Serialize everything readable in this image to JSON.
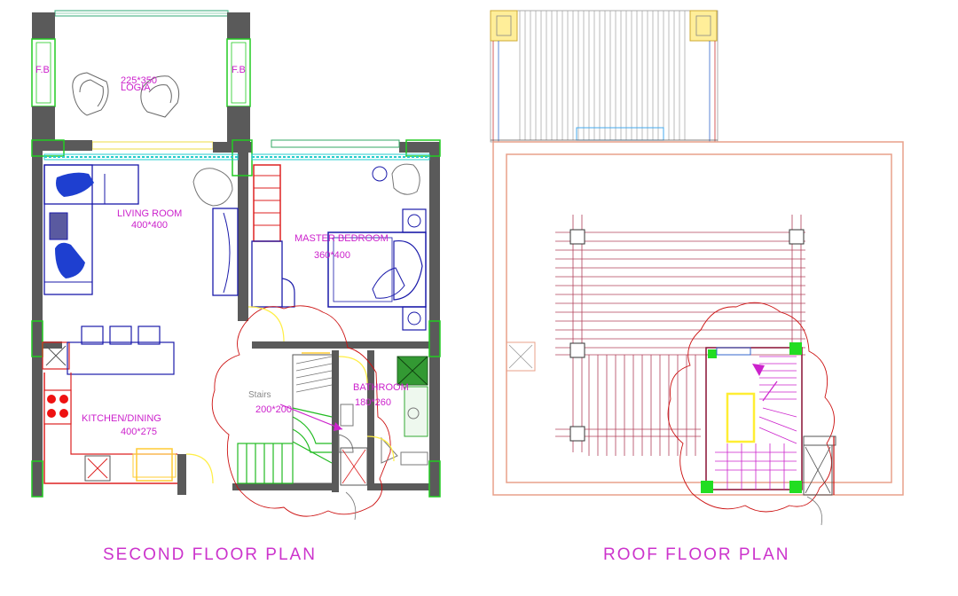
{
  "plans": {
    "second_floor": {
      "caption": "SECOND FLOOR PLAN",
      "rooms": {
        "loggia": {
          "name": "LOGIA",
          "size": "225*350"
        },
        "living": {
          "name": "LIVING ROOM",
          "size": "400*400"
        },
        "master": {
          "name": "MASTER BEDROOM",
          "size": "360*400"
        },
        "kitchen": {
          "name": "KITCHEN/DINING",
          "size": "400*275"
        },
        "stairs": {
          "name": "Stairs",
          "size": "200*200"
        },
        "bathroom": {
          "name": "BATHROOM",
          "size": "180*260"
        }
      },
      "fb_left": "F.B",
      "fb_right": "F.B"
    },
    "roof": {
      "caption": "ROOF FLOOR PLAN"
    }
  },
  "colors": {
    "wall": "#5a5a5a",
    "column": "#22cc22",
    "furniture": "#1a1aaa",
    "sofa_fill": "#1e3fd0",
    "label": "#cc22cc",
    "door": "#ffee44",
    "arc": "#cc1111",
    "roof_outline": "#e8a08a",
    "pergola": "#b0405a",
    "window": "#22cccc"
  }
}
